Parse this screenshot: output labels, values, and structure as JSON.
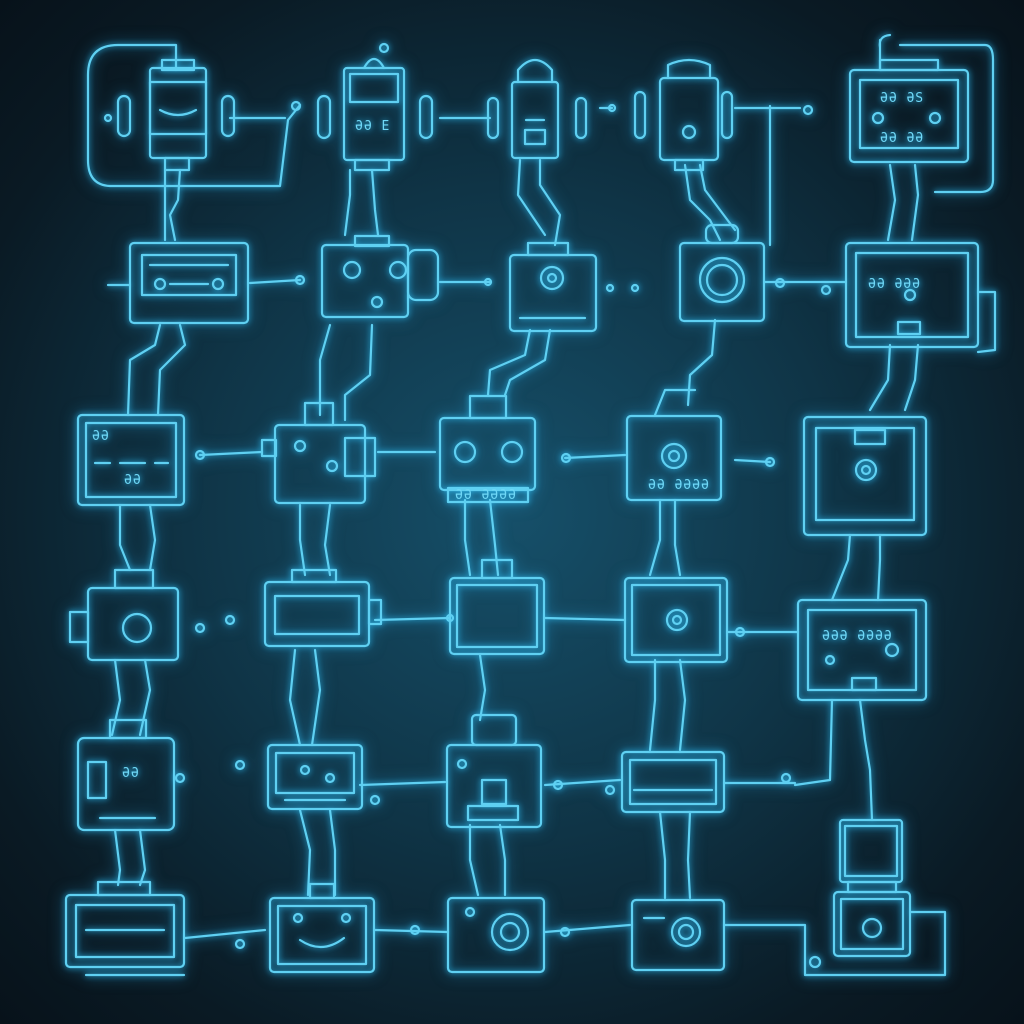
{
  "colors": {
    "background_center": "#16506a",
    "background_edge": "#07121a",
    "line": "#5fd0f2",
    "glow": "#2bb6ea"
  },
  "diagram": {
    "columns": 5,
    "rows": 6,
    "node_icons": [
      "robot-head-icon",
      "robot-head-icon",
      "robot-head-icon",
      "robot-head-icon",
      "monitor-icon",
      "tape-deck-icon",
      "robot-face-icon",
      "camera-icon",
      "lens-icon",
      "monitor-icon",
      "display-panel-icon",
      "robot-face-icon",
      "robot-face-icon",
      "speaker-icon",
      "monitor-icon",
      "camera-icon",
      "projector-icon",
      "monitor-icon",
      "speaker-icon",
      "monitor-icon",
      "radio-icon",
      "radio-icon",
      "radio-icon",
      "display-panel-icon",
      "monitor-icon",
      "display-panel-icon",
      "camera-icon",
      "camera-icon",
      "camera-icon",
      "speaker-icon"
    ],
    "labels": {
      "r0c4_top": "ƏƏ ƏS",
      "r0c4_bottom": "ƏƏ ƏƏ",
      "r1c4": "ƏƏ  ƏƏƏ",
      "r2c0_top": "ƏƏ",
      "r2c0_bottom": "ƏƏ",
      "r2c2": "ƏƏ ƏƏƏƏ",
      "r2c3": "ƏƏ ƏƏƏƏ",
      "r3c4": "ƏƏƏ ƏƏƏƏ",
      "r4c0": "ƏƏ",
      "r0c1": "ƏƏ E"
    }
  }
}
